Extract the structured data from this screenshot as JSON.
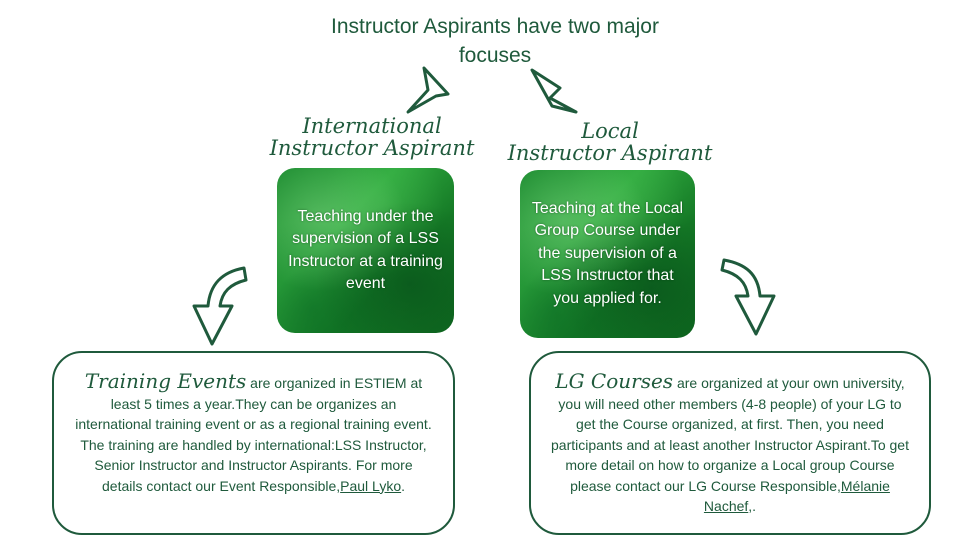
{
  "title": "Instructor Aspirants have two major focuses",
  "left": {
    "heading_line1": "International",
    "heading_line2": "Instructor Aspirant",
    "card_text": "Teaching under the supervision of a LSS Instructor at a training event",
    "box_lead": "Training Events",
    "box_text": " are organized in ESTIEM at least 5 times a year.They can be organizes an international training event or as a regional training event. The training are handled by international:LSS Instructor, Senior Instructor and Instructor Aspirants. For more details contact our Event Responsible,",
    "box_link": "Paul Lyko",
    "box_tail": "."
  },
  "right": {
    "heading_line1": "Local",
    "heading_line2": "Instructor Aspirant",
    "card_text": "Teaching at the Local Group Course under the supervision of a LSS Instructor that you applied for.",
    "box_lead": "LG Courses",
    "box_text": " are organized at your own university, you will need other members (4-8 people) of your LG to get the Course organized, at first. Then, you need participants and at least another Instructor Aspirant.To get more detail on how to organize a Local group Course please contact our LG Course Responsible,",
    "box_link": "Mélanie Nachef",
    "box_tail": ",."
  },
  "colors": {
    "accent": "#1f5a3c",
    "card_green": "#1f9a35"
  },
  "icons": [
    "arrow-up-left-icon",
    "arrow-down-right-icon",
    "curved-down-arrow-left-icon",
    "curved-down-arrow-right-icon"
  ]
}
